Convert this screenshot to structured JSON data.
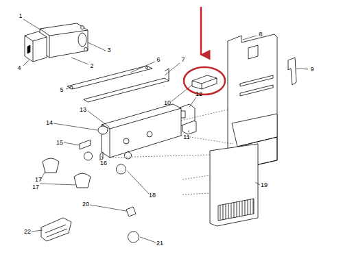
{
  "diagram": {
    "labels": [
      "1",
      "2",
      "3",
      "4",
      "5",
      "6",
      "7",
      "8",
      "9",
      "10",
      "11",
      "12",
      "13",
      "14",
      "15",
      "16",
      "17",
      "17",
      "18",
      "19",
      "20",
      "21",
      "22"
    ]
  }
}
